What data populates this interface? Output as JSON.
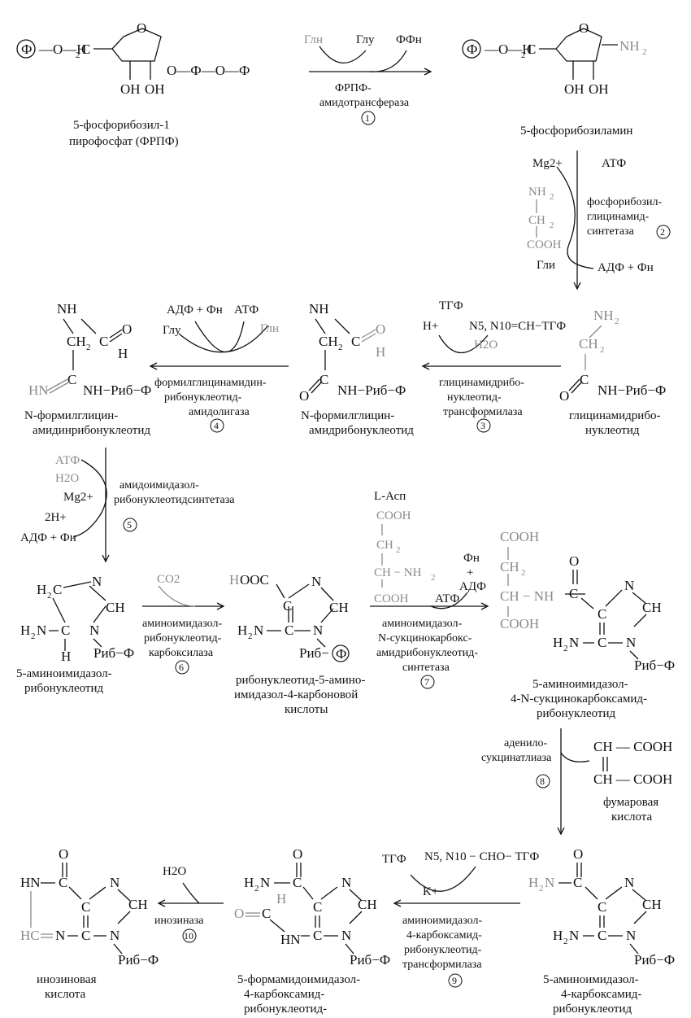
{
  "phosphate_symbol": "Ф",
  "steps": {
    "s1": {
      "number": "1",
      "enzyme": [
        "ФРПФ-",
        "амидотрансфераза"
      ],
      "reactant": "Глн",
      "products": [
        "Глу",
        "ФФн"
      ]
    },
    "s2": {
      "number": "2",
      "enzyme": [
        "фосфорибозил-",
        "глицинамид-",
        "синтетаза"
      ],
      "cofactor": "Mg2+",
      "atp": "АТФ",
      "products": "АДФ + Фн",
      "glycine": "Гли"
    },
    "s3": {
      "number": "3",
      "enzyme": [
        "глицинамидрибо-",
        "нуклеотид-",
        "трансформилаза"
      ],
      "donor": "N5, N10=CH−ТГФ",
      "products": [
        "H+",
        "ТГФ"
      ],
      "water": "H2O"
    },
    "s4": {
      "number": "4",
      "enzyme": [
        "формилглицинамидин-",
        "рибонуклеотид-",
        "амидолигаза"
      ],
      "atp": "АТФ",
      "products": [
        "АДФ + Фн",
        "Глу"
      ],
      "reactant": "Глн"
    },
    "s5": {
      "number": "5",
      "enzyme": [
        "амидоимидазол-",
        "рибонуклеотидсинтетаза"
      ],
      "inputs": [
        "АТФ",
        "H2O",
        "Mg2+"
      ],
      "products": [
        "2H+",
        "АДФ + Фн"
      ]
    },
    "s6": {
      "number": "6",
      "enzyme": [
        "аминоимидазол-",
        "рибонуклеотид-",
        "карбоксилаза"
      ],
      "co2": "CO2"
    },
    "s7": {
      "number": "7",
      "enzyme": [
        "аминоимидазол-",
        "N-сукцинокарбокс-",
        "амидрибонуклеотид-",
        "синтетаза"
      ],
      "asp": "L-Асп",
      "atp": "АТФ",
      "products": [
        "Фн",
        "+",
        "АДФ"
      ]
    },
    "s8": {
      "number": "8",
      "enzyme": [
        "аденило-",
        "сукцинатлиаза"
      ]
    },
    "s9": {
      "number": "9",
      "enzyme": [
        "аминоимидазол-",
        "4-карбоксамид-",
        "рибонуклеотид-",
        "трансформилаза"
      ],
      "donor": "N5, N10 − CHO− ТГФ",
      "product": "ТГФ",
      "ion": "K+"
    },
    "s10": {
      "number": "10",
      "enzyme": [
        "инозиназа"
      ],
      "water": "H2O"
    }
  },
  "compounds": {
    "prpp": [
      "5-фосфорибозил-1",
      "пирофосфат (ФРПФ)"
    ],
    "pra": [
      "5-фосфорибозиламин"
    ],
    "gar": [
      "глицинамидрибо-",
      "нуклеотид"
    ],
    "fgar": [
      "N-формилглицин-",
      "амидрибонуклеотид"
    ],
    "fgam": [
      "N-формилглицин-",
      "амидинрибонуклеотид"
    ],
    "air": [
      "5-аминоимидазол-",
      "рибонуклеотид"
    ],
    "cair": [
      "рибонуклеотид-5-амино-",
      "имидазол-4-карбоновой",
      "кислоты"
    ],
    "saicar": [
      "5-аминоимидазол-",
      "4-N-сукцинокарбоксамид-",
      "рибонуклеотид"
    ],
    "fumarate": [
      "фумаровая",
      "кислота"
    ],
    "aicar": [
      "5-аминоимидазол-",
      "4-карбоксамид-",
      "рибонуклеотид"
    ],
    "faicar": [
      "5-формамидоимидазол-",
      "4-карбоксамид-",
      "рибонуклеотид-"
    ],
    "imp": [
      "инозиновая",
      "кислота"
    ]
  }
}
